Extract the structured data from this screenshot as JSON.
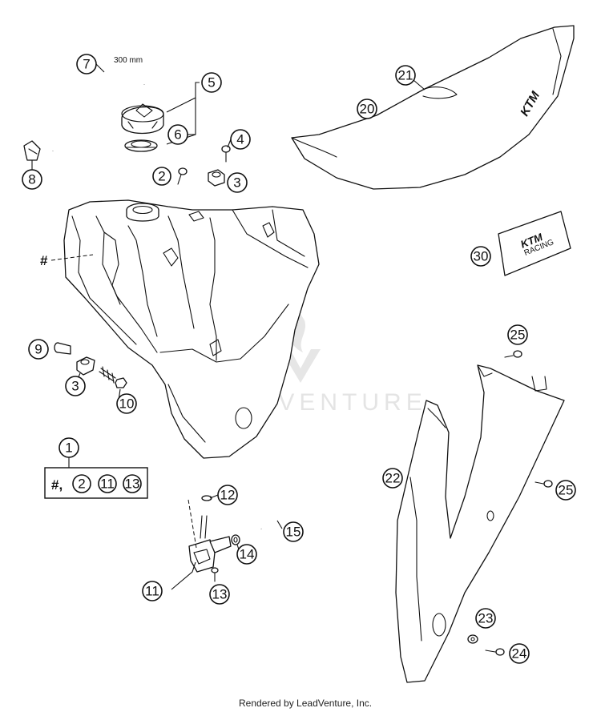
{
  "diagram": {
    "hash_label": "#",
    "hose_length": "300 mm",
    "kit_box_label": "#,",
    "kit_box_numbers": [
      "2",
      "11",
      "13"
    ],
    "seat_brand": "KTM",
    "cover_brand": "KTM",
    "cover_tagline": "RACING"
  },
  "callouts": [
    {
      "id": "c7",
      "number": "7"
    },
    {
      "id": "c5",
      "number": "5"
    },
    {
      "id": "c6",
      "number": "6"
    },
    {
      "id": "c4",
      "number": "4"
    },
    {
      "id": "c2",
      "number": "2"
    },
    {
      "id": "c3a",
      "number": "3"
    },
    {
      "id": "c8",
      "number": "8"
    },
    {
      "id": "c21",
      "number": "21"
    },
    {
      "id": "c20",
      "number": "20"
    },
    {
      "id": "c30",
      "number": "30"
    },
    {
      "id": "c9",
      "number": "9"
    },
    {
      "id": "c3b",
      "number": "3"
    },
    {
      "id": "c10",
      "number": "10"
    },
    {
      "id": "c25a",
      "number": "25"
    },
    {
      "id": "c1",
      "number": "1"
    },
    {
      "id": "c22",
      "number": "22"
    },
    {
      "id": "c25b",
      "number": "25"
    },
    {
      "id": "c12",
      "number": "12"
    },
    {
      "id": "c15",
      "number": "15"
    },
    {
      "id": "c14",
      "number": "14"
    },
    {
      "id": "c11",
      "number": "11"
    },
    {
      "id": "c13",
      "number": "13"
    },
    {
      "id": "c23",
      "number": "23"
    },
    {
      "id": "c24",
      "number": "24"
    }
  ],
  "watermark": "LEADVENTURE",
  "footer": "Rendered by LeadVenture, Inc."
}
